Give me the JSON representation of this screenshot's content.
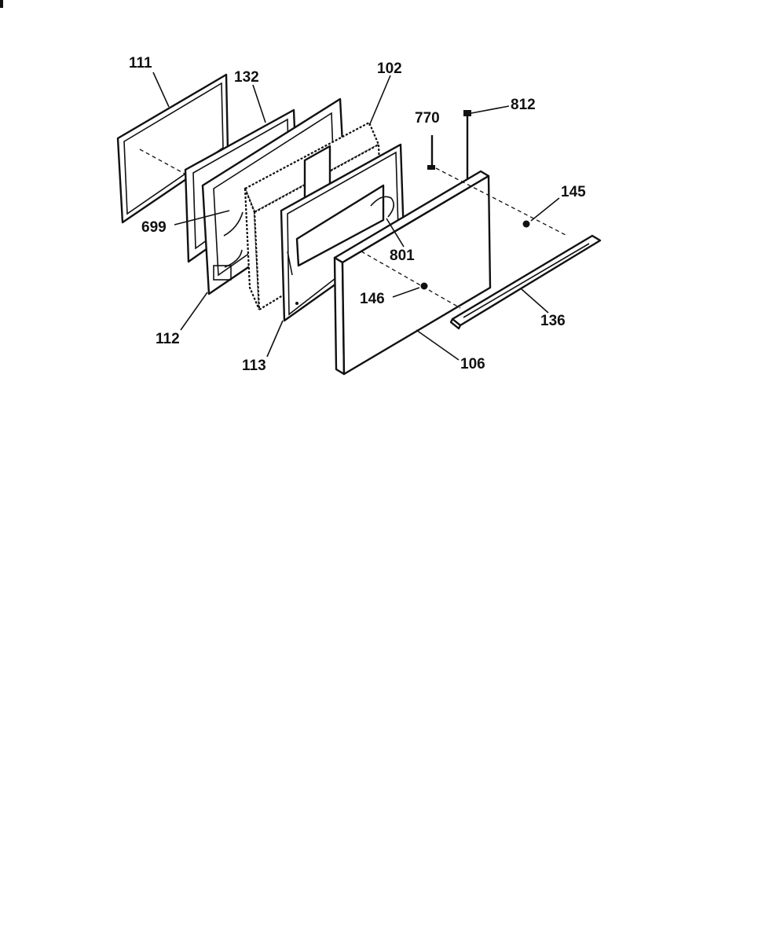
{
  "diagram": {
    "callouts": {
      "c111": "111",
      "c132": "132",
      "c102": "102",
      "c770": "770",
      "c812": "812",
      "c145": "145",
      "c699": "699",
      "c801": "801",
      "c146": "146",
      "c136": "136",
      "c112": "112",
      "c113": "113",
      "c106": "106"
    }
  }
}
